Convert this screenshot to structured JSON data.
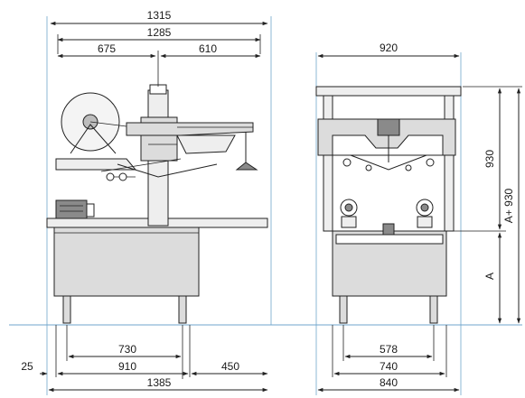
{
  "dimensions": {
    "side_top_total": "1315",
    "side_top_inner": "1285",
    "side_top_left": "675",
    "side_top_right": "610",
    "side_bottom_legs": "730",
    "side_bottom_frame": "910",
    "side_bottom_offset": "25",
    "side_bottom_extension": "450",
    "side_bottom_total": "1385",
    "front_top_width": "920",
    "front_bottom_legs": "578",
    "front_bottom_frame": "740",
    "front_bottom_total": "840",
    "front_right_upper": "930",
    "front_right_full": "A+ 930",
    "front_right_lower": "A"
  },
  "colors": {
    "line": "#222222",
    "floor_line": "#6fa6cc",
    "machine_fill": "#dcdcdc"
  }
}
